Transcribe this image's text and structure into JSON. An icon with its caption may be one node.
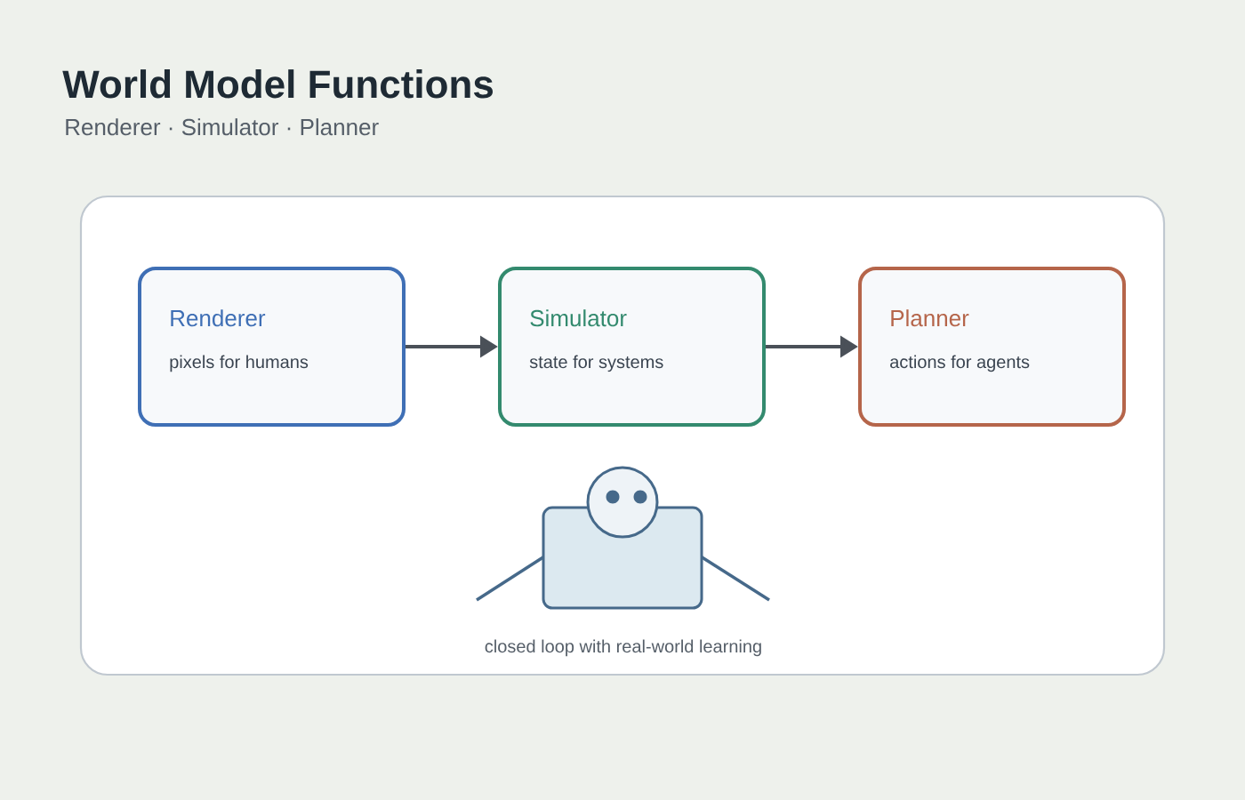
{
  "diagram": {
    "title": "World Model Functions",
    "nodes": [
      {
        "text": [
          "closed loop with real-world learning"
        ]
      },
      {
        "text": [
          "Renderer",
          "pixels for humans"
        ],
        "in": 0
      },
      {
        "text": [
          "Simulator",
          "state for systems"
        ],
        "in": 0
      },
      {
        "text": [
          "Planner",
          "actions for agents"
        ],
        "in": 0
      }
    ],
    "edges": [
      {
        "from": 1,
        "to": 2,
        "arrow": "to"
      },
      {
        "from": 2,
        "to": 3,
        "arrow": "to"
      }
    ],
    "labels": [
      "Renderer · Simulator · Planner"
    ]
  }
}
